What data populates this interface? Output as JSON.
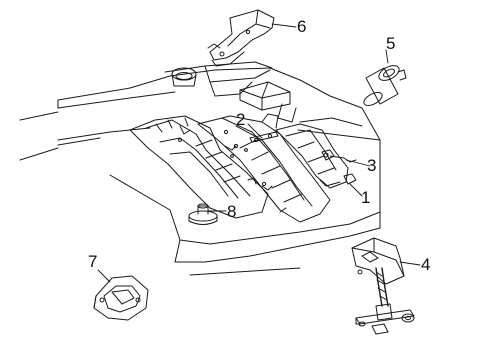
{
  "diagram": {
    "callouts": [
      {
        "id": "c1",
        "label": "1"
      },
      {
        "id": "c2",
        "label": "2"
      },
      {
        "id": "c3",
        "label": "3"
      },
      {
        "id": "c4",
        "label": "4"
      },
      {
        "id": "c5",
        "label": "5"
      },
      {
        "id": "c6",
        "label": "6"
      },
      {
        "id": "c7",
        "label": "7"
      },
      {
        "id": "c8",
        "label": "8"
      }
    ],
    "line_color": "#1a1a1a",
    "background": "#ffffff"
  }
}
